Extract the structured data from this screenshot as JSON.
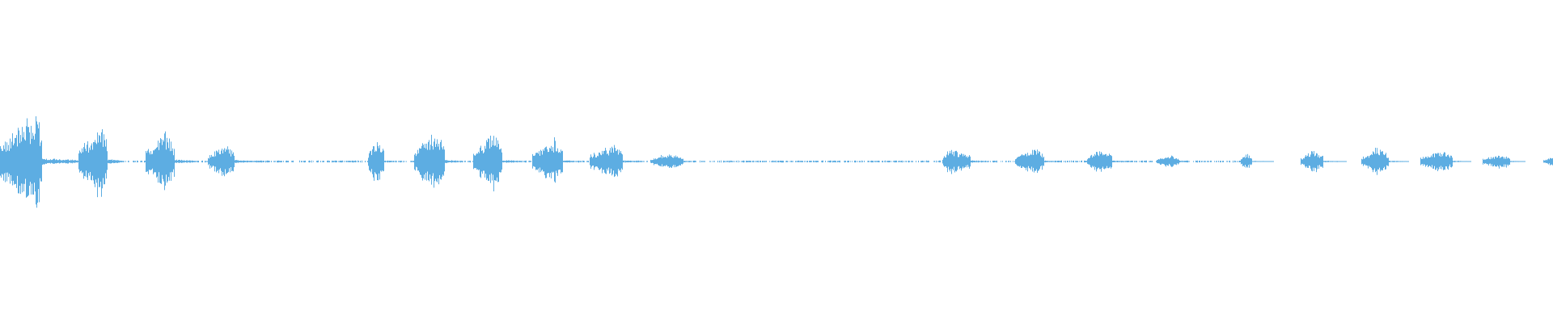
{
  "chart_data": {
    "type": "waveform",
    "title": "",
    "xlabel": "",
    "ylabel": "",
    "xlim": [
      0,
      100
    ],
    "ylim": [
      -1,
      1
    ],
    "grid": false,
    "color": "#5dade2",
    "baseline_noise": 0.006,
    "bursts": [
      {
        "start": 0.0,
        "peak": 2.3,
        "end": 2.7,
        "amp": 0.3,
        "tail_end": 5.2,
        "tail_amp": 0.02
      },
      {
        "start": 5.1,
        "peak": 6.5,
        "end": 6.9,
        "amp": 0.22,
        "tail_end": 8.0,
        "tail_amp": 0.015
      },
      {
        "start": 9.4,
        "peak": 10.7,
        "end": 11.2,
        "amp": 0.18,
        "tail_end": 12.8,
        "tail_amp": 0.012
      },
      {
        "start": 13.4,
        "peak": 14.4,
        "end": 15.1,
        "amp": 0.1,
        "tail_end": 16.5,
        "tail_amp": 0.01
      },
      {
        "start": 23.7,
        "peak": 24.2,
        "end": 24.7,
        "amp": 0.13,
        "tail_end": 25.5,
        "tail_amp": 0.006
      },
      {
        "start": 26.7,
        "peak": 28.1,
        "end": 28.6,
        "amp": 0.19,
        "tail_end": 29.8,
        "tail_amp": 0.01
      },
      {
        "start": 30.5,
        "peak": 31.9,
        "end": 32.3,
        "amp": 0.18,
        "tail_end": 33.5,
        "tail_amp": 0.01
      },
      {
        "start": 34.3,
        "peak": 35.7,
        "end": 36.2,
        "amp": 0.14,
        "tail_end": 37.4,
        "tail_amp": 0.008
      },
      {
        "start": 38.0,
        "peak": 39.6,
        "end": 40.1,
        "amp": 0.11,
        "tail_end": 41.5,
        "tail_amp": 0.007
      },
      {
        "start": 41.9,
        "peak": 43.0,
        "end": 44.0,
        "amp": 0.05,
        "tail_end": 44.5,
        "tail_amp": 0.004
      },
      {
        "start": 60.7,
        "peak": 61.1,
        "end": 62.5,
        "amp": 0.08,
        "tail_end": 63.5,
        "tail_amp": 0.008
      },
      {
        "start": 65.4,
        "peak": 66.6,
        "end": 67.2,
        "amp": 0.08,
        "tail_end": 68.2,
        "tail_amp": 0.006
      },
      {
        "start": 70.0,
        "peak": 70.8,
        "end": 71.6,
        "amp": 0.08,
        "tail_end": 72.8,
        "tail_amp": 0.006
      },
      {
        "start": 74.5,
        "peak": 75.4,
        "end": 75.9,
        "amp": 0.04,
        "tail_end": 76.6,
        "tail_amp": 0.004
      },
      {
        "start": 79.9,
        "peak": 80.2,
        "end": 80.6,
        "amp": 0.05,
        "tail_end": 82.0,
        "tail_amp": 0.004
      },
      {
        "start": 83.8,
        "peak": 84.5,
        "end": 85.2,
        "amp": 0.07,
        "tail_end": 86.7,
        "tail_amp": 0.005
      },
      {
        "start": 87.7,
        "peak": 88.6,
        "end": 89.4,
        "amp": 0.08,
        "tail_end": 90.7,
        "tail_amp": 0.005
      },
      {
        "start": 91.5,
        "peak": 92.8,
        "end": 93.5,
        "amp": 0.07,
        "tail_end": 94.7,
        "tail_amp": 0.005
      },
      {
        "start": 95.5,
        "peak": 96.6,
        "end": 97.2,
        "amp": 0.05,
        "tail_end": 98.2,
        "tail_amp": 0.004
      },
      {
        "start": 99.4,
        "peak": 100.0,
        "end": 100.0,
        "amp": 0.03,
        "tail_end": 100.0,
        "tail_amp": 0.003
      }
    ]
  }
}
